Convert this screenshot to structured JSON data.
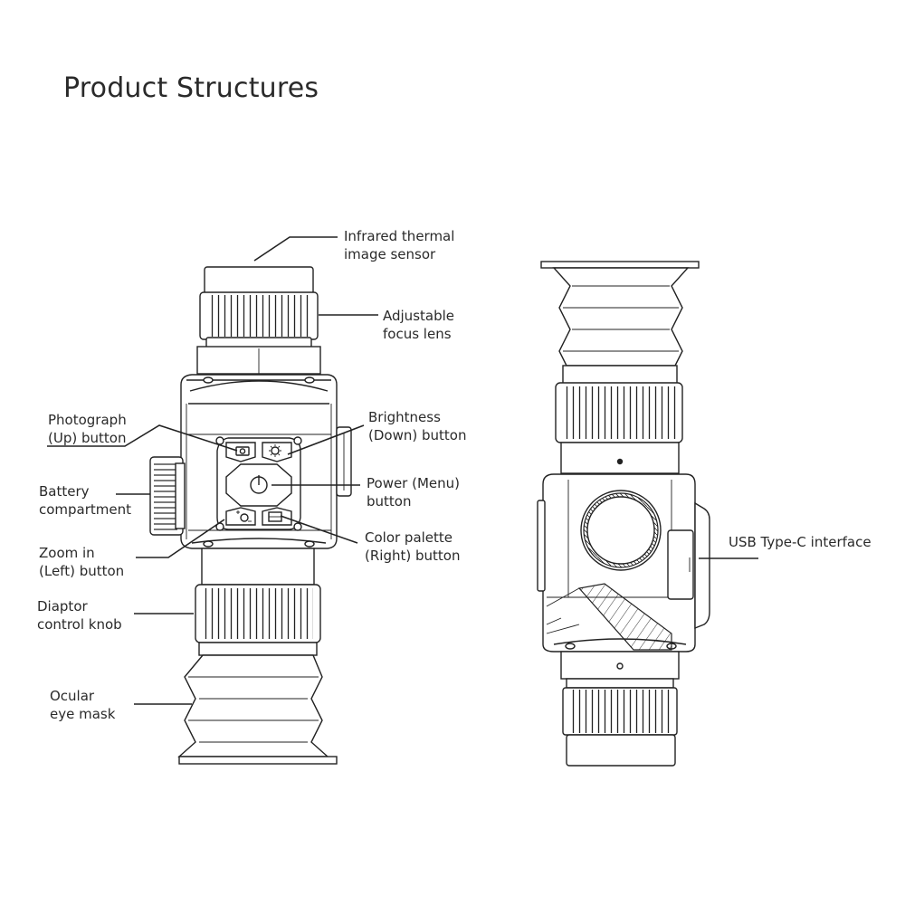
{
  "title": "Product Structures",
  "labels": {
    "sensor": [
      "Infrared thermal",
      "image sensor"
    ],
    "focus": [
      "Adjustable",
      "focus lens"
    ],
    "photograph": [
      "Photograph",
      "(Up) button"
    ],
    "brightness": [
      "Brightness",
      "(Down) button"
    ],
    "battery": [
      "Battery",
      "compartment"
    ],
    "power": [
      "Power (Menu)",
      "button"
    ],
    "zoom": [
      "Zoom in",
      "(Left) button"
    ],
    "palette": [
      "Color palette",
      "(Right) button"
    ],
    "diopter": [
      "Diaptor",
      "control knob"
    ],
    "ocular": [
      "Ocular",
      "eye mask"
    ],
    "usb": [
      "USB Type-C interface"
    ]
  }
}
